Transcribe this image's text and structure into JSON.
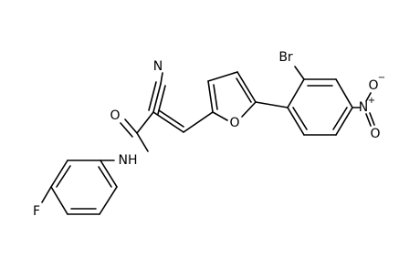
{
  "molecule": {
    "atoms": {
      "N_nitrile": "N",
      "O_carbonyl": "O",
      "NH_amide": "NH",
      "F": "F",
      "O_furan": "O",
      "Br": "Br",
      "N_nitro": "N",
      "N_nitro_charge": "+",
      "O_nitro_top": "O",
      "O_nitro_top_charge": "−",
      "O_nitro_bottom": "O"
    }
  }
}
